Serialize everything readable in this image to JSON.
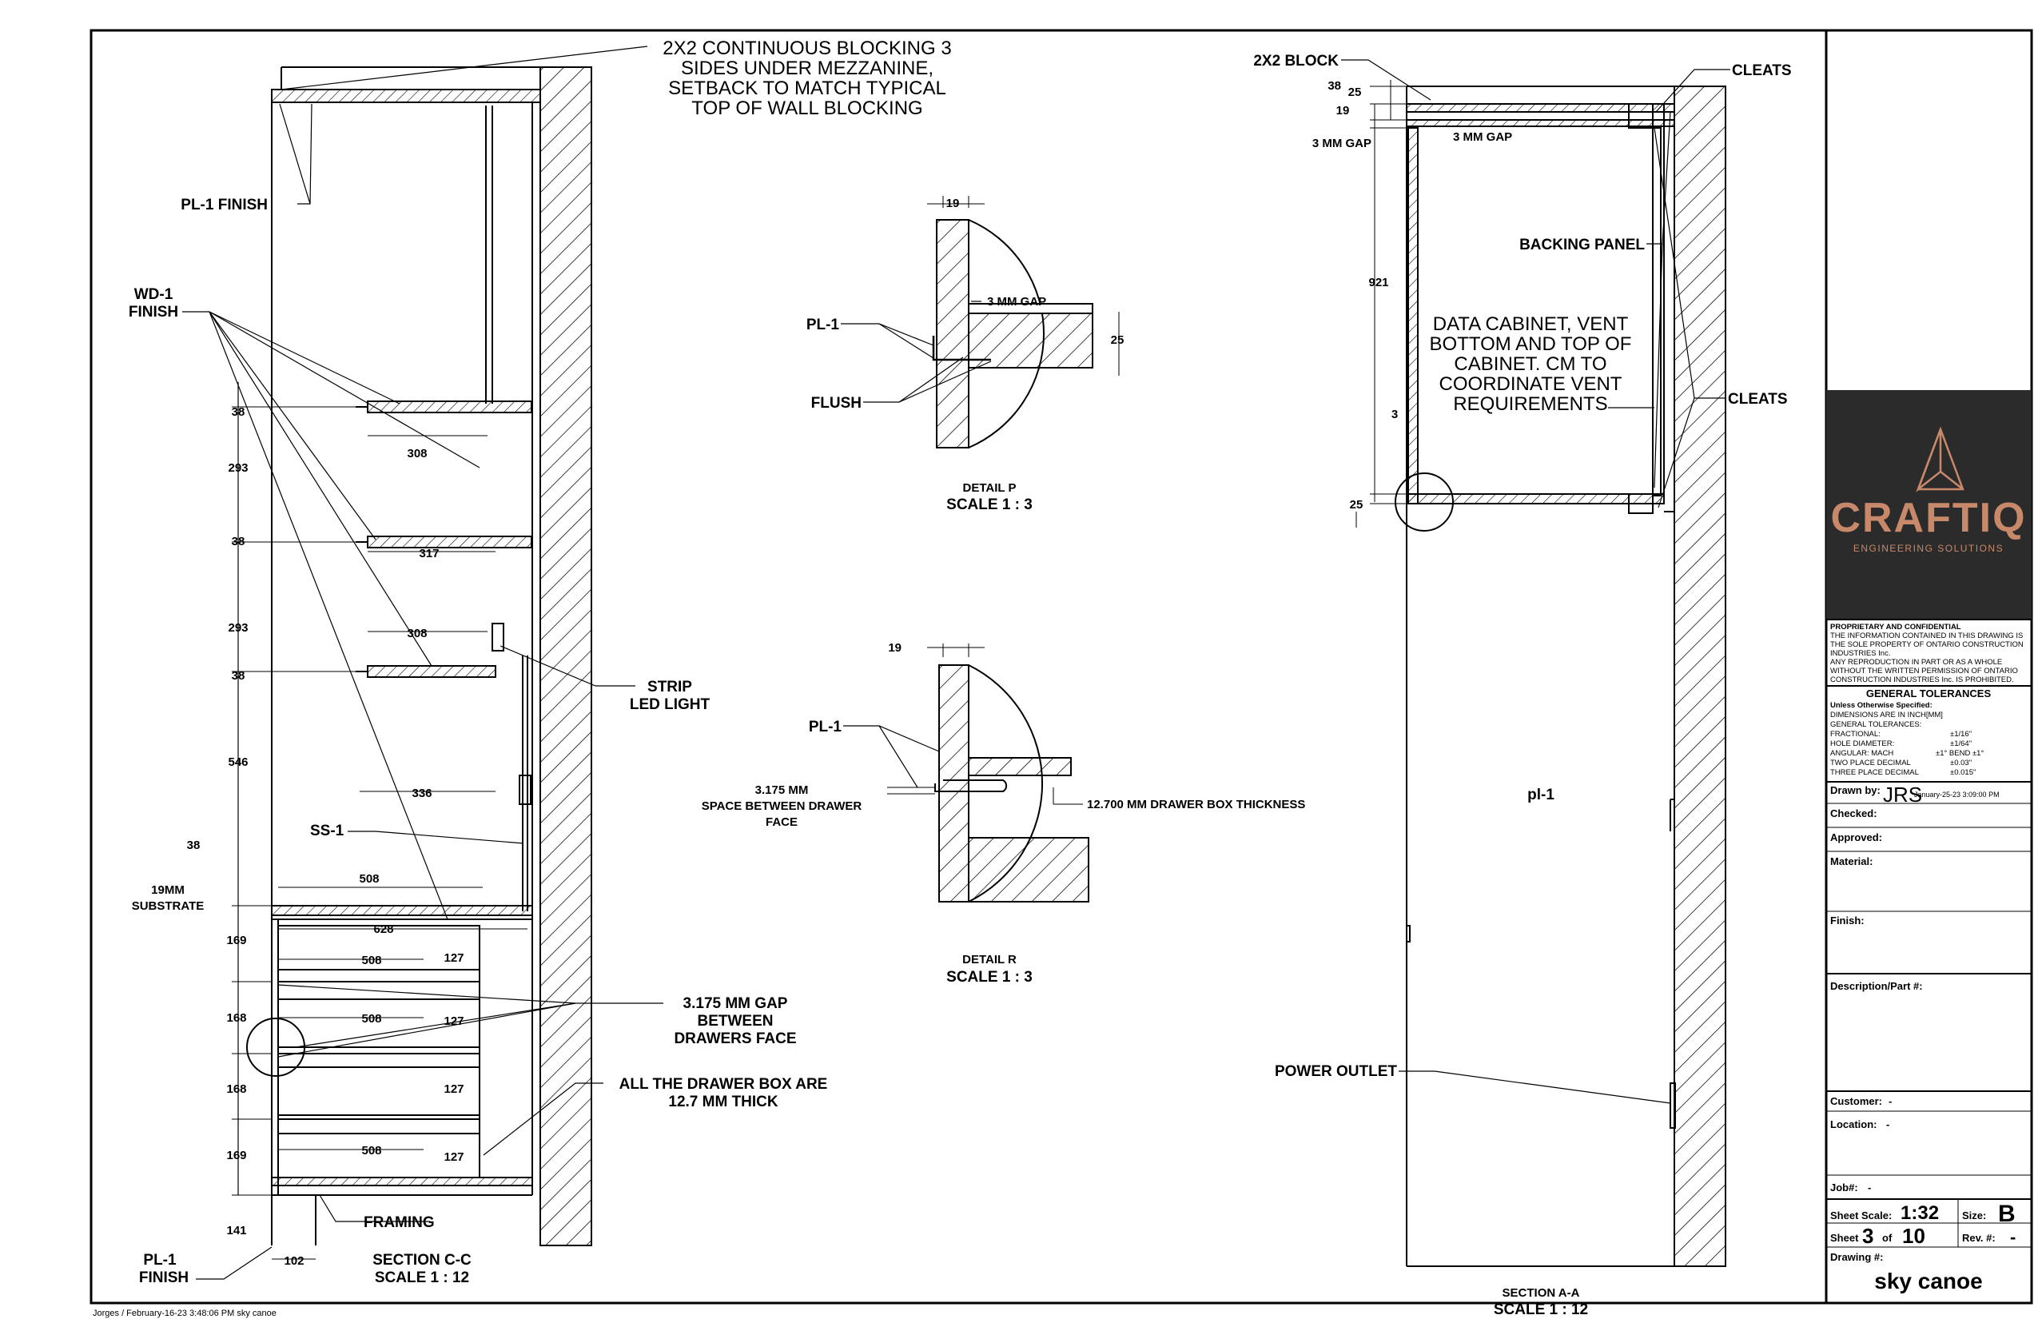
{
  "section_cc": {
    "title": "SECTION C-C",
    "scale": "SCALE 1 : 12",
    "notes": {
      "blocking": [
        "2X2 CONTINUOUS BLOCKING 3",
        "SIDES UNDER MEZZANINE,",
        "SETBACK TO MATCH TYPICAL",
        "TOP OF WALL BLOCKING"
      ],
      "pl1_finish_top": "PL-1 FINISH",
      "wd1_finish": [
        "WD-1",
        "FINISH"
      ],
      "strip_led": [
        "STRIP",
        "LED LIGHT"
      ],
      "ss1": "SS-1",
      "substrate": [
        "19MM",
        "SUBSTRATE"
      ],
      "drawer_gap": [
        "3.175 MM GAP",
        "BETWEEN",
        "DRAWERS FACE"
      ],
      "drawer_box": [
        "ALL THE DRAWER BOX ARE",
        "12.7 MM THICK"
      ],
      "framing": "FRAMING",
      "pl1_finish_bottom": [
        "PL-1",
        "FINISH"
      ]
    },
    "dims": {
      "d38a": "38",
      "d293a": "293",
      "d38b": "38",
      "d293b": "293",
      "d38c": "38",
      "d546": "546",
      "d38d": "38",
      "d169a": "169",
      "d168a": "168",
      "d168b": "168",
      "d169b": "169",
      "d141": "141",
      "d308a": "308",
      "d317": "317",
      "d308b": "308",
      "d336": "336",
      "d508a": "508",
      "d628": "628",
      "d508b": "508",
      "d127a": "127",
      "d508c": "508",
      "d127b": "127",
      "d127c": "127",
      "d508d": "508",
      "d127d": "127",
      "d102": "102"
    }
  },
  "detail_p": {
    "title": "DETAIL P",
    "scale": "SCALE 1 : 3",
    "d19": "19",
    "gap": "3 MM GAP",
    "d25": "25",
    "pl1": "PL-1",
    "flush": "FLUSH"
  },
  "detail_r": {
    "title": "DETAIL R",
    "scale": "SCALE 1 : 3",
    "d19": "19",
    "pl1": "PL-1",
    "space": [
      "3.175 MM",
      "SPACE BETWEEN DRAWER",
      "FACE"
    ],
    "thickness": "12.700 MM DRAWER BOX THICKNESS"
  },
  "section_aa": {
    "title": "SECTION A-A",
    "scale": "SCALE 1 : 12",
    "block": "2X2 BLOCK",
    "cleats_top": "CLEATS",
    "cleats_mid": "CLEATS",
    "gap_left": "3 MM GAP",
    "gap_inner": "3 MM GAP",
    "backing": "BACKING PANEL",
    "data_cabinet": [
      "DATA CABINET, VENT",
      "BOTTOM AND TOP OF",
      "CABINET. CM TO",
      "COORDINATE VENT",
      "REQUIREMENTS"
    ],
    "power_outlet": "POWER OUTLET",
    "pl1": "pl-1",
    "d38": "38",
    "d25a": "25",
    "d19": "19",
    "d921": "921",
    "d3": "3",
    "d25b": "25"
  },
  "title_block": {
    "logo_name": "CRAFTIQ",
    "logo_sub": "ENGINEERING SOLUTIONS",
    "logo_bg": "#2b2b2b",
    "logo_color": "#c8886a",
    "proprietary": [
      "PROPRIETARY AND CONFIDENTIAL",
      "THE INFORMATION CONTAINED IN THIS DRAWING IS",
      "THE SOLE PROPERTY OF ONTARIO CONSTRUCTION",
      "INDUSTRIES Inc.",
      "ANY REPRODUCTION IN PART OR AS A WHOLE",
      "WITHOUT THE WRITTEN PERMISSION OF ONTARIO",
      "CONSTRUCTION INDUSTRIES Inc. IS PROHIBITED."
    ],
    "tolerances_title": "GENERAL TOLERANCES",
    "tolerances": [
      "Unless Otherwise Specified:",
      "DIMENSIONS ARE IN INCH[MM]",
      "GENERAL TOLERANCES:",
      "FRACTIONAL:",
      "HOLE DIAMETER:",
      "ANGULAR: MACH",
      "TWO PLACE DECIMAL",
      "THREE PLACE DECIMAL"
    ],
    "tolerance_values": [
      "±1/16\"",
      "±1/64\"",
      "±1° BEND   ±1°",
      "±0.03\"",
      "±0.015\""
    ],
    "drawn_by_label": "Drawn by:",
    "drawn_by": "JRS",
    "drawn_date": "January-25-23 3:09:00 PM",
    "checked": "Checked:",
    "approved": "Approved:",
    "material": "Material:",
    "finish": "Finish:",
    "description": "Description/Part #:",
    "customer_label": "Customer:",
    "customer": "-",
    "location_label": "Location:",
    "location": "-",
    "job_label": "Job#:",
    "job": "-",
    "scale_label": "Sheet Scale:",
    "scale": "1:32",
    "size_label": "Size:",
    "size": "B",
    "sheet_label": "Sheet",
    "sheet": "3",
    "of_label": "of",
    "sheets": "10",
    "rev_label": "Rev. #:",
    "rev": "-",
    "drawing_label": "Drawing #:",
    "drawing": "sky canoe"
  },
  "footer": "Jorges / February-16-23 3:48:06 PM  sky canoe"
}
